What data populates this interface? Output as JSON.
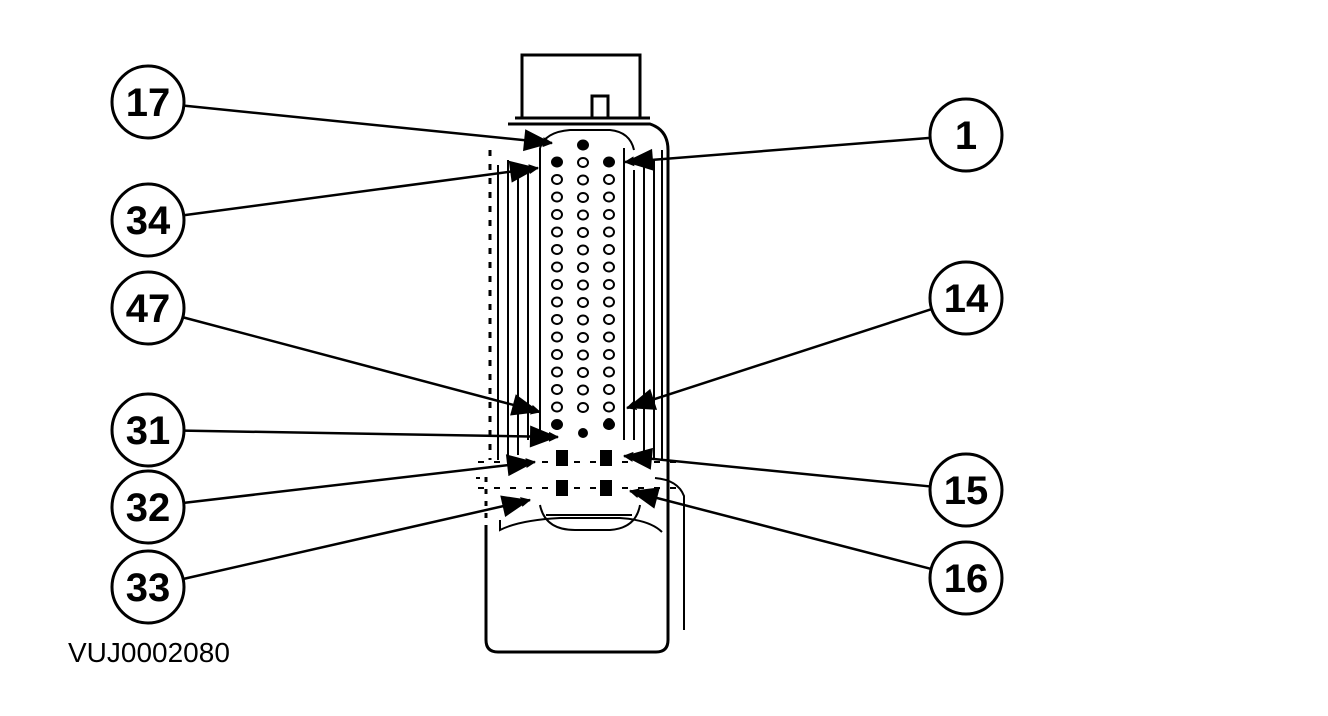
{
  "figure_id": "VUJ0002080",
  "callouts": [
    {
      "id": "pin-17",
      "label": "17"
    },
    {
      "id": "pin-34",
      "label": "34"
    },
    {
      "id": "pin-47",
      "label": "47"
    },
    {
      "id": "pin-31",
      "label": "31"
    },
    {
      "id": "pin-32",
      "label": "32"
    },
    {
      "id": "pin-33",
      "label": "33"
    },
    {
      "id": "pin-1",
      "label": "1"
    },
    {
      "id": "pin-14",
      "label": "14"
    },
    {
      "id": "pin-15",
      "label": "15"
    },
    {
      "id": "pin-16",
      "label": "16"
    }
  ]
}
